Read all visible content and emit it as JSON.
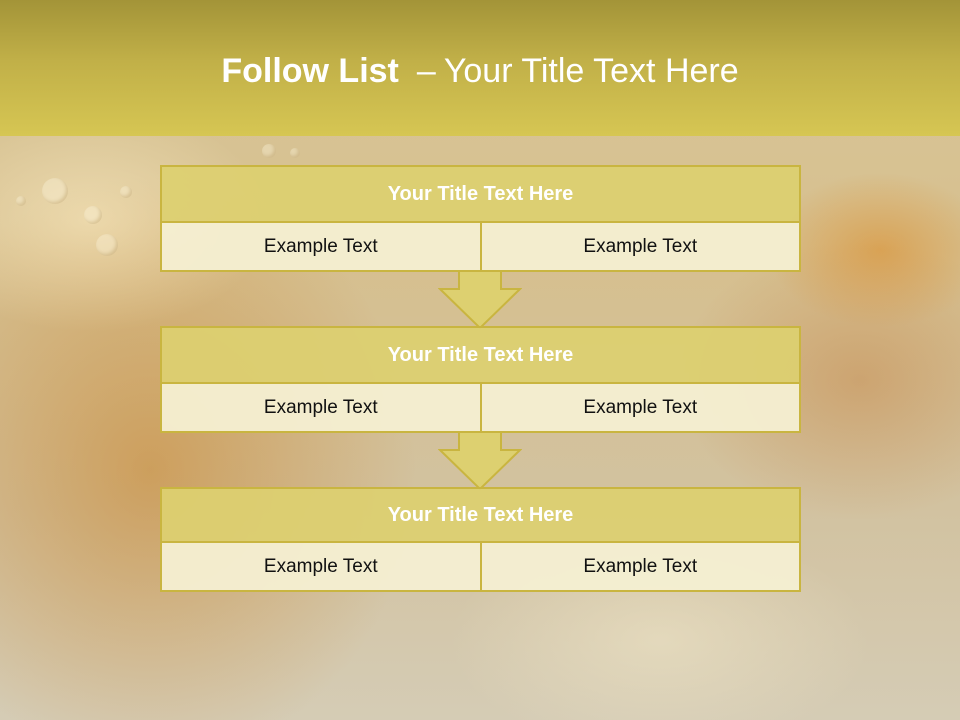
{
  "slide": {
    "title_bold": "Follow List",
    "title_separator": "–",
    "title_rest": "Your Title Text Here"
  },
  "blocks": [
    {
      "header": "Your Title Text Here",
      "cells": [
        "Example Text",
        "Example Text"
      ]
    },
    {
      "header": "Your Title Text Here",
      "cells": [
        "Example Text",
        "Example Text"
      ]
    },
    {
      "header": "Your Title Text Here",
      "cells": [
        "Example Text",
        "Example Text"
      ]
    }
  ],
  "arrows": [
    {
      "icon": "down-arrow-icon"
    },
    {
      "icon": "down-arrow-icon"
    }
  ],
  "colors": {
    "title_bar": "#c1b048",
    "header_fill": "#ddd070",
    "border": "#c9b540",
    "cell_fill": "#f4efd2",
    "header_text": "#ffffff",
    "title_text": "#ffffff"
  }
}
